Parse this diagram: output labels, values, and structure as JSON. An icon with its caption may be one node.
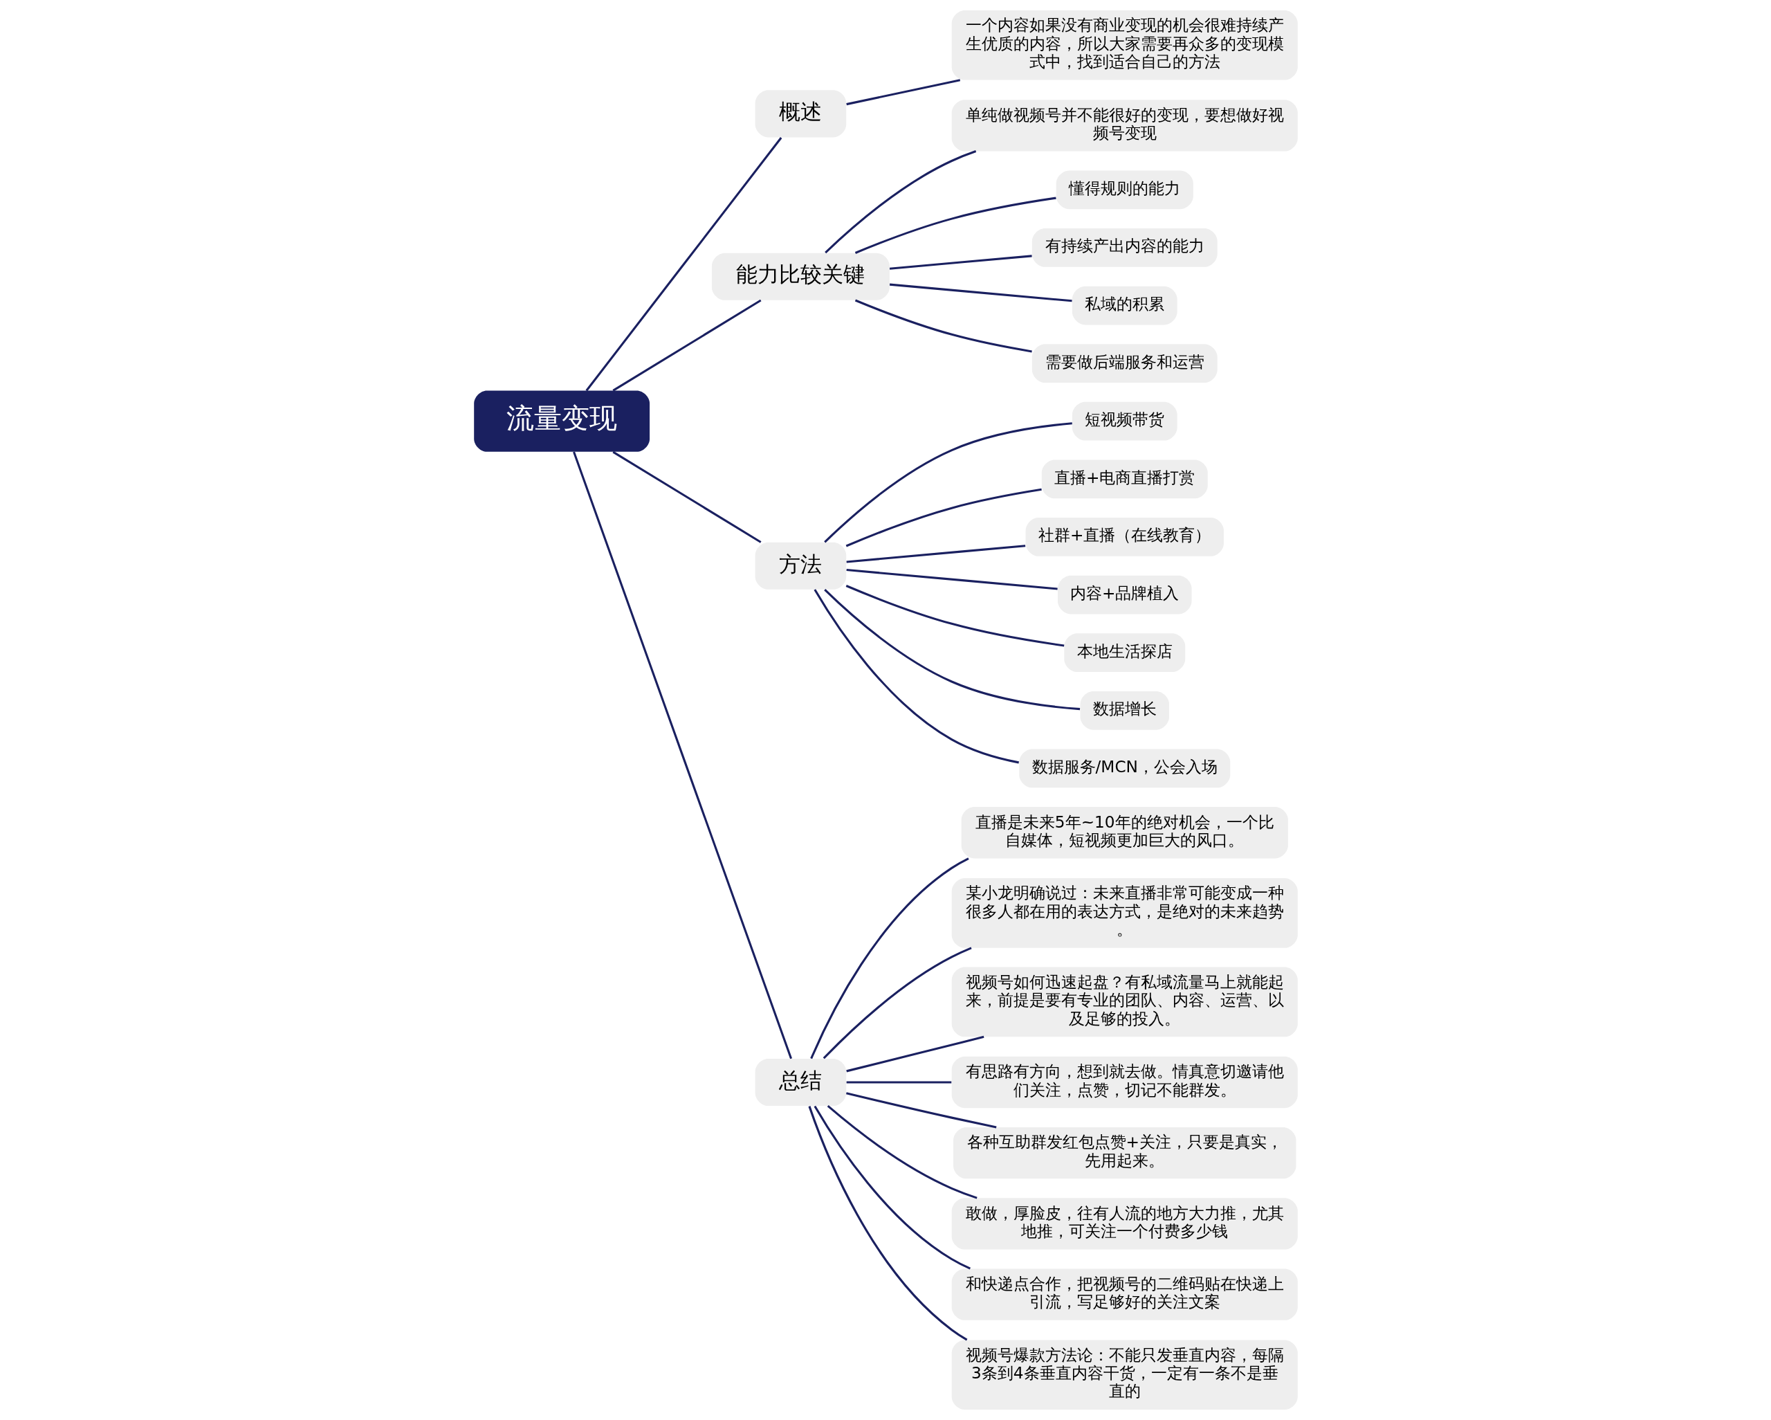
{
  "diagram": {
    "nodes": [
      {
        "text": [
          "流量变现"
        ]
      },
      {
        "text": [
          "概述"
        ]
      },
      {
        "text": [
          "一个内容如果没有商业变现的机会很难持续产生优质的内容，所以大家需要再众多的变现模式中，找到适合自己的方法"
        ]
      },
      {
        "text": [
          "能力比较关键"
        ]
      },
      {
        "text": [
          "单纯做视频号并不能很好的变现，要想做好视频号变现"
        ]
      },
      {
        "text": [
          "懂得规则的能力"
        ]
      },
      {
        "text": [
          "有持续产出内容的能力"
        ]
      },
      {
        "text": [
          "私域的积累"
        ]
      },
      {
        "text": [
          "需要做后端服务和运营"
        ]
      },
      {
        "text": [
          "方法"
        ]
      },
      {
        "text": [
          "短视频带货"
        ]
      },
      {
        "text": [
          "直播+电商直播打赏"
        ]
      },
      {
        "text": [
          "社群+直播（在线教育）"
        ]
      },
      {
        "text": [
          "内容+品牌植入"
        ]
      },
      {
        "text": [
          "本地生活探店"
        ]
      },
      {
        "text": [
          "数据增长"
        ]
      },
      {
        "text": [
          "数据服务/MCN，公会入场"
        ]
      },
      {
        "text": [
          "总结"
        ]
      },
      {
        "text": [
          "直播是未来5年~10年的绝对机会，一个比自媒体，短视频更加巨大的风口。"
        ]
      },
      {
        "text": [
          "某小龙明确说过：未来直播非常可能变成一种很多人都在用的表达方式，是绝对的未来趋势。"
        ]
      },
      {
        "text": [
          "视频号如何迅速起盘？有私域流量马上就能起来，前提是要有专业的团队、内容、运营、以及足够的投入。"
        ]
      },
      {
        "text": [
          "有思路有方向，想到就去做。情真意切邀请他们关注，点赞，切记不能群发。"
        ]
      },
      {
        "text": [
          "各种互助群发红包点赞+关注，只要是真实，先用起来。"
        ]
      },
      {
        "text": [
          "敢做，厚脸皮，往有人流的地方大力推，尤其地推，可关注一个付费多少钱"
        ]
      },
      {
        "text": [
          "和快递点合作，把视频号的二维码贴在快递上引流，写足够好的关注文案"
        ]
      },
      {
        "text": [
          "视频号爆款方法论：不能只发垂直内容，每隔3条到4条垂直内容干货，一定有一条不是垂直的"
        ]
      }
    ],
    "edges": [
      {
        "from": 0,
        "to": 1,
        "arrow": "none"
      },
      {
        "from": 1,
        "to": 2,
        "arrow": "none"
      },
      {
        "from": 0,
        "to": 3,
        "arrow": "none"
      },
      {
        "from": 3,
        "to": 4,
        "arrow": "none"
      },
      {
        "from": 3,
        "to": 5,
        "arrow": "none"
      },
      {
        "from": 3,
        "to": 6,
        "arrow": "none"
      },
      {
        "from": 3,
        "to": 7,
        "arrow": "none"
      },
      {
        "from": 3,
        "to": 8,
        "arrow": "none"
      },
      {
        "from": 0,
        "to": 9,
        "arrow": "none"
      },
      {
        "from": 9,
        "to": 10,
        "arrow": "none"
      },
      {
        "from": 9,
        "to": 11,
        "arrow": "none"
      },
      {
        "from": 9,
        "to": 12,
        "arrow": "none"
      },
      {
        "from": 9,
        "to": 13,
        "arrow": "none"
      },
      {
        "from": 9,
        "to": 14,
        "arrow": "none"
      },
      {
        "from": 9,
        "to": 15,
        "arrow": "none"
      },
      {
        "from": 9,
        "to": 16,
        "arrow": "none"
      },
      {
        "from": 0,
        "to": 17,
        "arrow": "none"
      },
      {
        "from": 17,
        "to": 18,
        "arrow": "none"
      },
      {
        "from": 17,
        "to": 19,
        "arrow": "none"
      },
      {
        "from": 17,
        "to": 20,
        "arrow": "none"
      },
      {
        "from": 17,
        "to": 21,
        "arrow": "none"
      },
      {
        "from": 17,
        "to": 22,
        "arrow": "none"
      },
      {
        "from": 17,
        "to": 23,
        "arrow": "none"
      },
      {
        "from": 17,
        "to": 24,
        "arrow": "none"
      },
      {
        "from": 17,
        "to": 25,
        "arrow": "none"
      }
    ]
  }
}
